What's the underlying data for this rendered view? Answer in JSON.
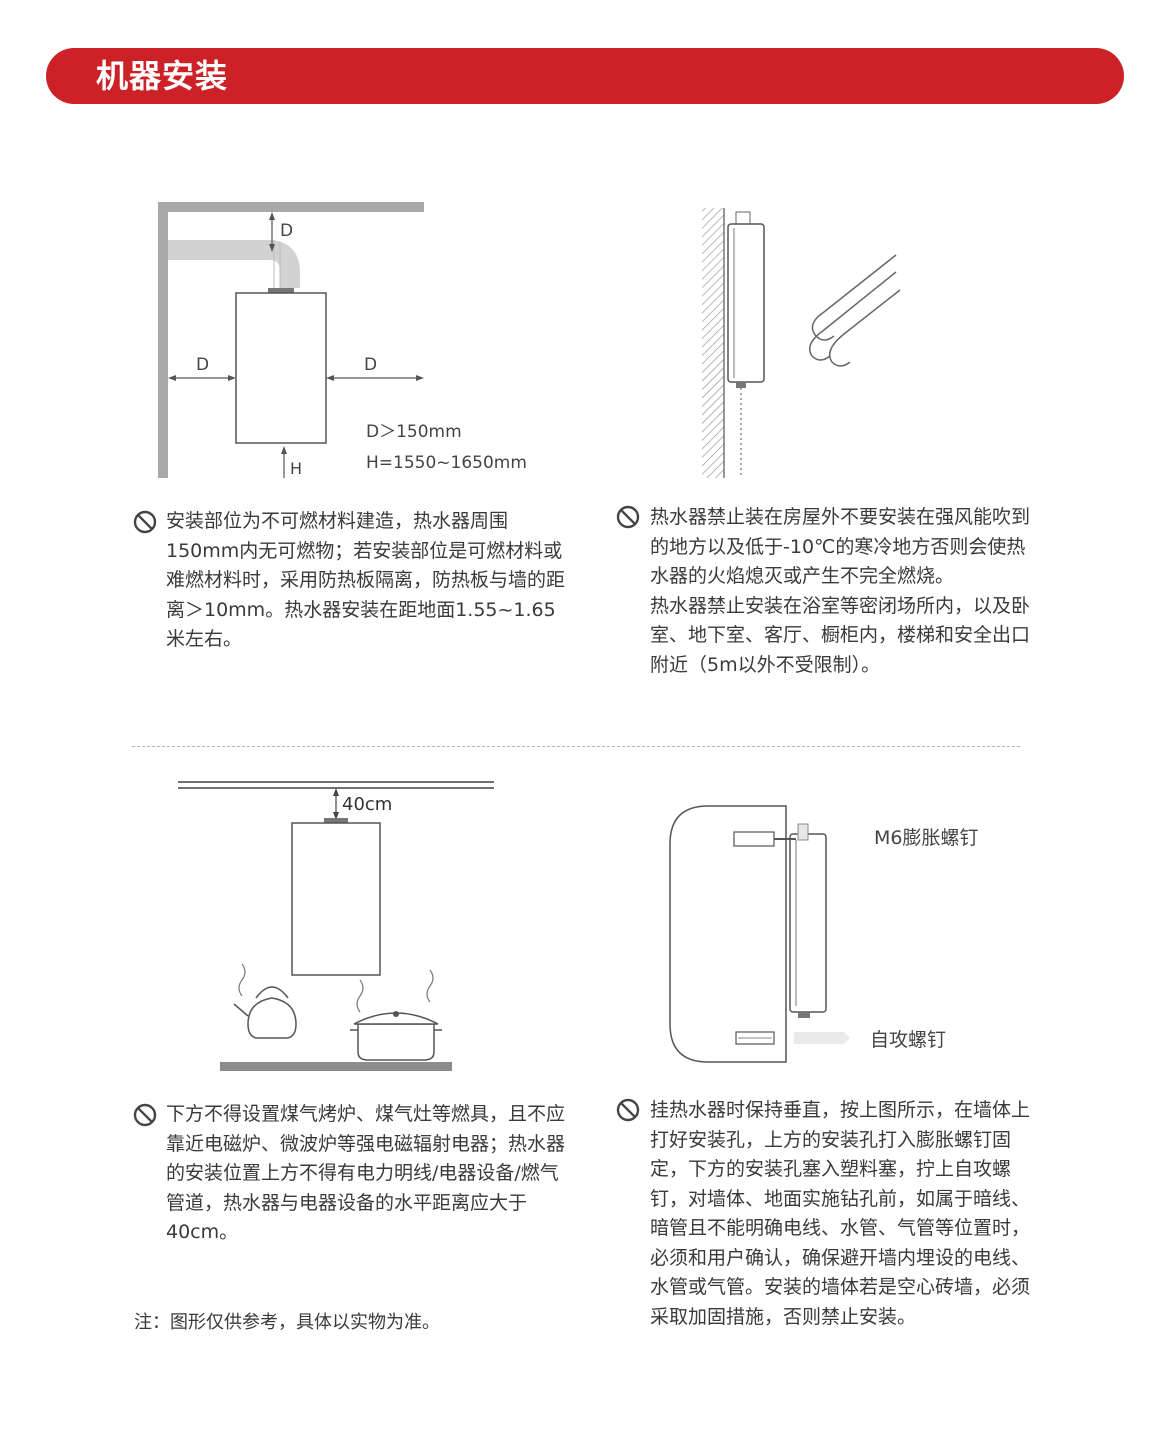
{
  "header": {
    "title": "机器安装"
  },
  "colors": {
    "accent": "#cc2127"
  },
  "figure1": {
    "d_label": "D",
    "h_label": "H",
    "spec_d": "D＞150mm",
    "spec_h": "H=1550~1650mm"
  },
  "figure3": {
    "clearance_label": "40cm"
  },
  "figure4": {
    "expansion_screw_label": "M6膨胀螺钉",
    "self_tapping_screw_label": "自攻螺钉"
  },
  "notes": [
    {
      "icon": "prohibited-icon",
      "paragraphs": [
        "安装部位为不可燃材料建造，热水器周围150mm内无可燃物；若安装部位是可燃材料或难燃材料时，采用防热板隔离，防热板与墙的距离＞10mm。热水器安装在距地面1.55~1.65米左右。"
      ]
    },
    {
      "icon": "prohibited-icon",
      "paragraphs": [
        "热水器禁止装在房屋外不要安装在强风能吹到的地方以及低于-10℃的寒冷地方否则会使热水器的火焰熄灭或产生不完全燃烧。",
        "热水器禁止安装在浴室等密闭场所内，以及卧室、地下室、客厅、橱柜内，楼梯和安全出口附近（5m以外不受限制）。"
      ]
    },
    {
      "icon": "prohibited-icon",
      "paragraphs": [
        "下方不得设置煤气烤炉、煤气灶等燃具，且不应靠近电磁炉、微波炉等强电磁辐射电器；热水器的安装位置上方不得有电力明线/电器设备/燃气管道，热水器与电器设备的水平距离应大于40cm。"
      ]
    },
    {
      "icon": "prohibited-icon",
      "paragraphs": [
        "挂热水器时保持垂直，按上图所示，在墙体上打好安装孔，上方的安装孔打入膨胀螺钉固定，下方的安装孔塞入塑料塞，拧上自攻螺钉，对墙体、地面实施钻孔前，如属于暗线、暗管且不能明确电线、水管、气管等位置时，必须和用户确认，确保避开墙内埋设的电线、水管或气管。安装的墙体若是空心砖墙，必须采取加固措施，否则禁止安装。"
      ]
    }
  ],
  "footnote": "注：图形仅供参考，具体以实物为准。"
}
